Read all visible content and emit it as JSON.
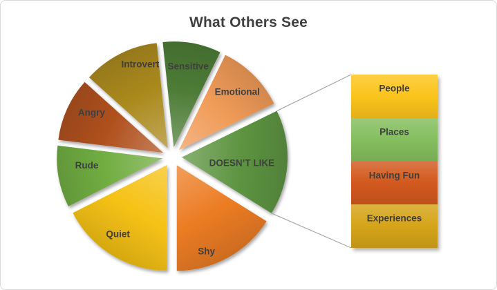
{
  "title": "What Others See",
  "chart_data": {
    "type": "bar-of-pie",
    "title": "What Others See",
    "legend": "none",
    "start_angle_deg": -6,
    "slices": [
      {
        "label": "Sensitive",
        "angle_deg": 32,
        "color": "#4d7c36"
      },
      {
        "label": "Emotional",
        "angle_deg": 38,
        "color": "#f09b58"
      },
      {
        "label": "DOESN’T LIKE",
        "angle_deg": 58,
        "color": "#5d9441"
      },
      {
        "label": "Shy",
        "angle_deg": 58,
        "color": "#ec7c24"
      },
      {
        "label": "Quiet",
        "angle_deg": 63,
        "color": "#f5c113"
      },
      {
        "label": "Rude",
        "angle_deg": 34,
        "color": "#71ad41"
      },
      {
        "label": "Angry",
        "angle_deg": 35,
        "color": "#b0511f"
      },
      {
        "label": "Introvert",
        "angle_deg": 42,
        "color": "#ab8a1e"
      }
    ],
    "breakdown": {
      "source_slice": "DOESN’T LIKE",
      "segments": [
        {
          "label": "People",
          "fraction": 0.25,
          "color": "#fbc41c"
        },
        {
          "label": "Places",
          "fraction": 0.25,
          "color": "#84be5e"
        },
        {
          "label": "Having Fun",
          "fraction": 0.25,
          "color": "#d2591e"
        },
        {
          "label": "Experiences",
          "fraction": 0.25,
          "color": "#d5a419"
        }
      ]
    },
    "colors": {
      "label_text": "#3f3f3f",
      "title_text": "#404040",
      "connector": "#a6a6a6",
      "frame_border": "#d9d9d9",
      "background": "#ffffff"
    }
  }
}
